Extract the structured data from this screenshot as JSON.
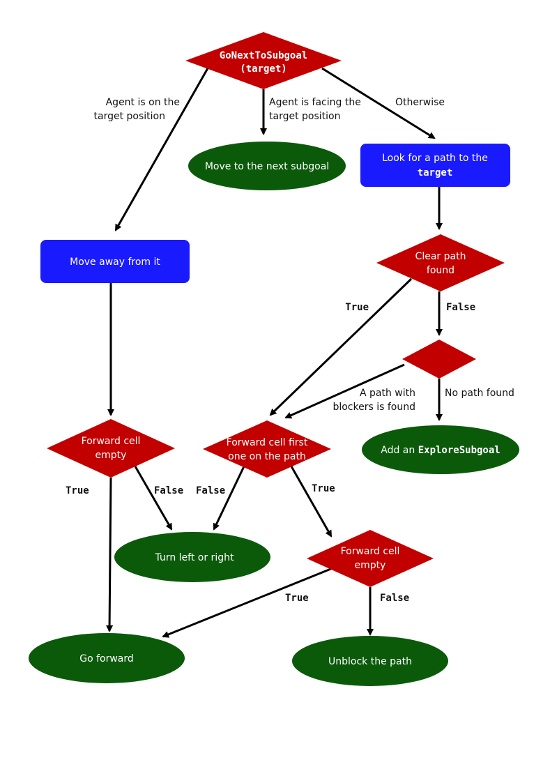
{
  "colors": {
    "decision": "#c20000",
    "action": "#1a1aff",
    "terminal": "#0a5a0a",
    "edge": "#000000"
  },
  "nodes": {
    "start": {
      "line1": "GoNextToSubgoal",
      "line2": "(target)"
    },
    "move_next": {
      "text": "Move to the next subgoal"
    },
    "look_path": {
      "line1": "Look for a path to the",
      "line2": "target"
    },
    "move_away": {
      "text": "Move away from it"
    },
    "clear_path": {
      "line1": "Clear path",
      "line2": "found"
    },
    "blank_decision": {
      "text": ""
    },
    "add_explore": {
      "prefix": "Add an",
      "code": "ExploreSubgoal"
    },
    "fwd_empty_left": {
      "line1": "Forward cell",
      "line2": "empty"
    },
    "fwd_first": {
      "line1": "Forward cell first",
      "line2": "one on the path"
    },
    "turn": {
      "text": "Turn left or right"
    },
    "fwd_empty_right": {
      "line1": "Forward cell",
      "line2": "empty"
    },
    "go_forward": {
      "text": "Go forward"
    },
    "unblock": {
      "text": "Unblock the path"
    }
  },
  "edges": {
    "on_target": {
      "line1": "Agent is on the",
      "line2": "target position"
    },
    "facing_target": {
      "line1": "Agent is facing the",
      "line2": "target position"
    },
    "otherwise": {
      "text": "Otherwise"
    },
    "clear_true": {
      "text": "True"
    },
    "clear_false": {
      "text": "False"
    },
    "path_blockers": {
      "line1": "A path with",
      "line2": "blockers is found"
    },
    "no_path": {
      "text": "No path found"
    },
    "left_true": {
      "text": "True"
    },
    "left_false": {
      "text": "False"
    },
    "first_false": {
      "text": "False"
    },
    "first_true": {
      "text": "True"
    },
    "right_true": {
      "text": "True"
    },
    "right_false": {
      "text": "False"
    }
  }
}
